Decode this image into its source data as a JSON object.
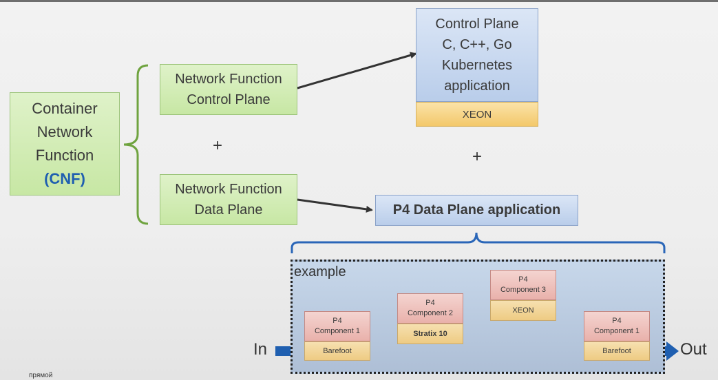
{
  "cnf": {
    "line1": "Container",
    "line2": "Network",
    "line3": "Function",
    "abbr": "(CNF)"
  },
  "nf_control": {
    "line1": "Network Function",
    "line2": "Control Plane"
  },
  "nf_data": {
    "line1": "Network Function",
    "line2": "Data Plane"
  },
  "plus": "+",
  "control_plane": {
    "line1": "Control Plane",
    "line2": "C, C++, Go",
    "line3": "Kubernetes",
    "line4": "application",
    "hw": "XEON"
  },
  "p4_app": "P4 Data Plane application",
  "example": {
    "label": "example",
    "in": "In",
    "out": "Out",
    "components": [
      {
        "line1": "P4",
        "line2": "Component 1",
        "hw": "Barefoot"
      },
      {
        "line1": "P4",
        "line2": "Component 2",
        "hw": "Stratix 10"
      },
      {
        "line1": "P4",
        "line2": "Component 3",
        "hw": "XEON"
      },
      {
        "line1": "P4",
        "line2": "Component 1",
        "hw": "Barefoot"
      }
    ]
  },
  "caption": "прямой",
  "colors": {
    "green": "#c7e7a4",
    "blue": "#b9cdea",
    "gold": "#f3c86a",
    "pink": "#e9b1ab",
    "accent_blue": "#1f5fb0",
    "brace_green": "#6fa33f"
  }
}
